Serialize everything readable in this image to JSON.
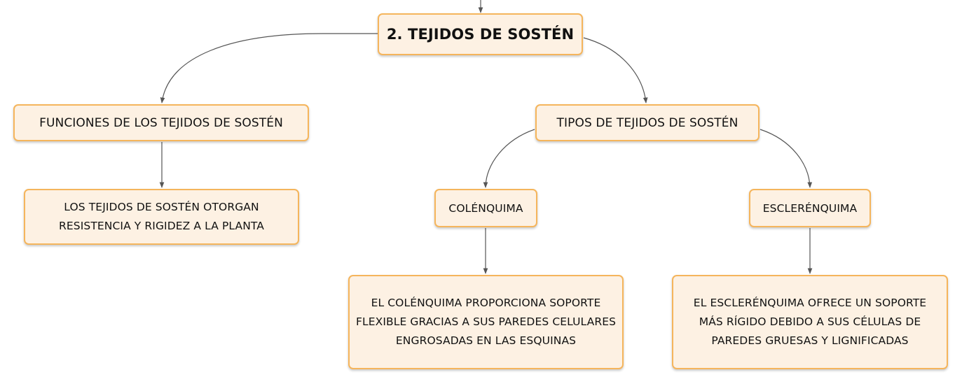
{
  "nodes": {
    "root": {
      "label": "2. TEJIDOS DE SOSTÉN"
    },
    "funciones": {
      "label": "FUNCIONES DE LOS TEJIDOS DE SOSTÉN"
    },
    "funciones_desc": {
      "lines": [
        "LOS TEJIDOS DE SOSTÉN OTORGAN",
        "RESISTENCIA Y RIGIDEZ A LA PLANTA"
      ]
    },
    "tipos": {
      "label": "TIPOS DE TEJIDOS DE SOSTÉN"
    },
    "colenquima": {
      "label": "COLÉNQUIMA"
    },
    "colenquima_desc": {
      "lines": [
        "EL COLÉNQUIMA PROPORCIONA SOPORTE",
        "FLEXIBLE GRACIAS A SUS PAREDES CELULARES",
        "ENGROSADAS EN LAS ESQUINAS"
      ]
    },
    "esclerenquima": {
      "label": "ESCLERÉNQUIMA"
    },
    "esclerenquima_desc": {
      "lines": [
        "EL ESCLERÉNQUIMA OFRECE UN SOPORTE",
        "MÁS RÍGIDO DEBIDO A SUS CÉLULAS DE",
        "PAREDES GRUESAS Y LIGNIFICADAS"
      ]
    }
  },
  "colors": {
    "node_fill": "#fdf1e3",
    "node_border": "#f5b55c",
    "connector": "#555555",
    "text": "#111111"
  }
}
